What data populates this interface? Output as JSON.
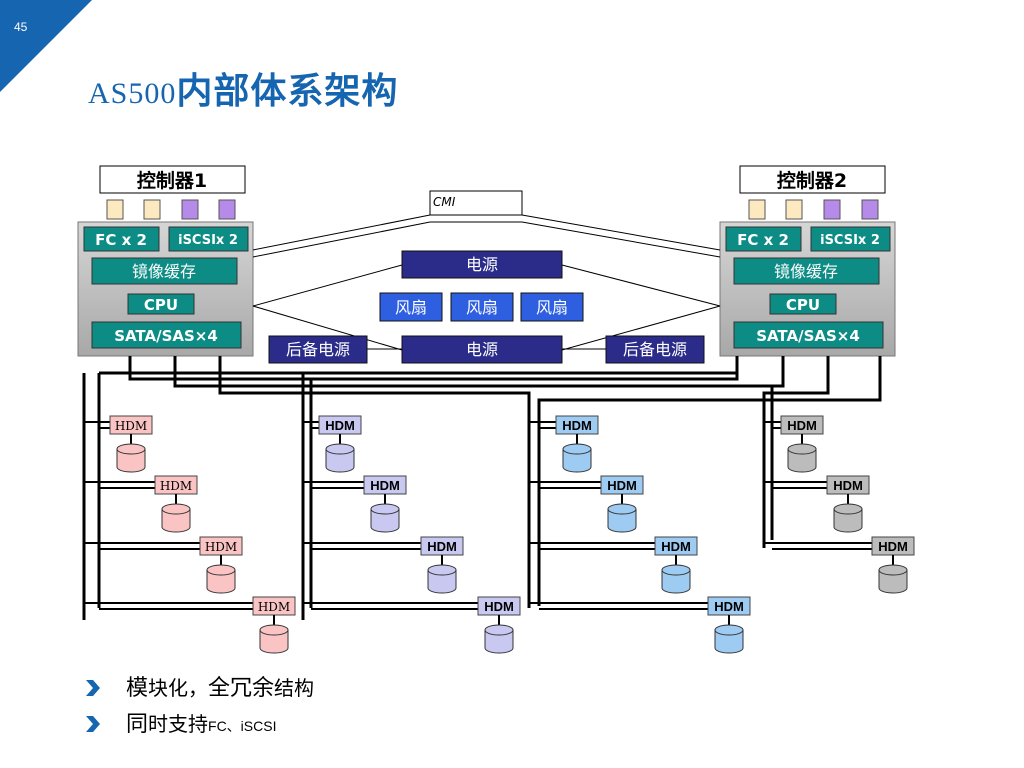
{
  "slide": {
    "number": "45"
  },
  "title": {
    "latin": "AS500",
    "cjk": "内部体系架构"
  },
  "controllers": [
    {
      "name": "控制器1",
      "fc": "FC x 2",
      "iscsi": "iSCSIx 2",
      "cache": "镜像缓存",
      "cpu": "CPU",
      "sata": "SATA/SAS×4"
    },
    {
      "name": "控制器2",
      "fc": "FC x 2",
      "iscsi": "iSCSIx 2",
      "cache": "镜像缓存",
      "cpu": "CPU",
      "sata": "SATA/SAS×4"
    }
  ],
  "cmi": "CMI",
  "power_top": "电源",
  "fans": [
    "风扇",
    "风扇",
    "风扇"
  ],
  "power_bottom": "电源",
  "backup_power": [
    "后备电源",
    "后备电源"
  ],
  "hdm_label": "HDM",
  "colors": {
    "title": "#1565b0",
    "module_teal": "#0c8c84",
    "module_navy": "#2b2c8a",
    "fan_blue": "#2e5fe0",
    "port_yellow": "#fde9c0",
    "port_purple": "#b58ae8",
    "hdm_pink": "#fbc4c4",
    "hdm_lavender": "#c8c8f0",
    "hdm_blue": "#9ecbf2",
    "hdm_gray": "#bcbcbc"
  },
  "bullets": [
    {
      "parts": [
        {
          "t": "模",
          "s": "b"
        },
        {
          "t": "块化，",
          "s": "n"
        },
        {
          "t": "全冗余",
          "s": "b"
        },
        {
          "t": "结构",
          "s": "n"
        }
      ]
    },
    {
      "parts": [
        {
          "t": "同",
          "s": "b"
        },
        {
          "t": "时支持",
          "s": "n"
        },
        {
          "t": "FC、iSCSI",
          "s": "s"
        }
      ]
    }
  ]
}
